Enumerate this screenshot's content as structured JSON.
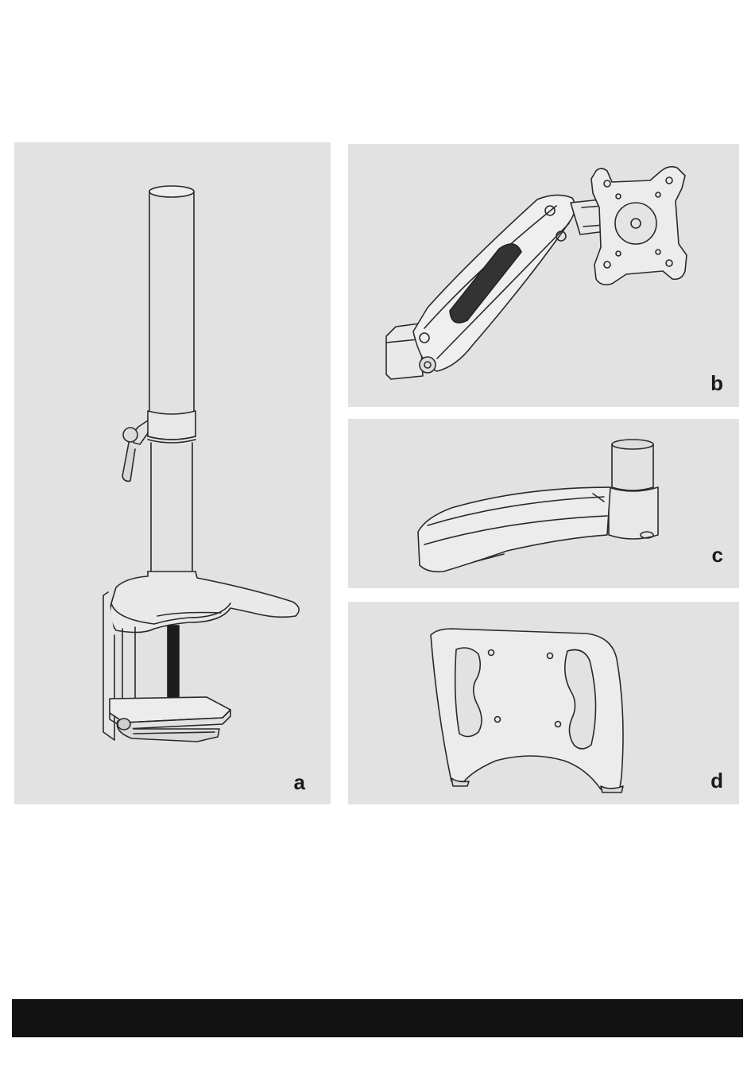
{
  "panels": {
    "a": {
      "label": "a"
    },
    "b": {
      "label": "b"
    },
    "c": {
      "label": "c"
    },
    "d": {
      "label": "d"
    }
  },
  "colors": {
    "panel_background": "#e2e2e2",
    "line": "#2a2a2a",
    "footer_bar": "#121212"
  },
  "icons": {
    "a": "pole-clamp-icon",
    "b": "gas-spring-arm-icon",
    "c": "extension-arm-icon",
    "d": "mounting-plate-icon"
  }
}
